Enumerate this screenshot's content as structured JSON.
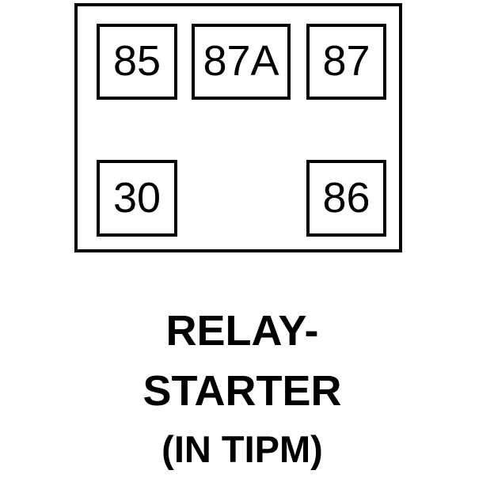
{
  "diagram": {
    "kind": "automotive-relay-pinout",
    "background_color": "#ffffff",
    "stroke_color": "#000000",
    "body": {
      "name": "relay-body",
      "fill": "#ffffff"
    },
    "terminals": [
      {
        "id": "85",
        "label": "85",
        "row": "top",
        "position": "left"
      },
      {
        "id": "87A",
        "label": "87A",
        "row": "top",
        "position": "center"
      },
      {
        "id": "87",
        "label": "87",
        "row": "top",
        "position": "right"
      },
      {
        "id": "30",
        "label": "30",
        "row": "bottom",
        "position": "left"
      },
      {
        "id": "86",
        "label": "86",
        "row": "bottom",
        "position": "right"
      }
    ],
    "caption": {
      "line1": "RELAY-",
      "line2": "STARTER",
      "line3": "(IN TIPM)"
    }
  }
}
